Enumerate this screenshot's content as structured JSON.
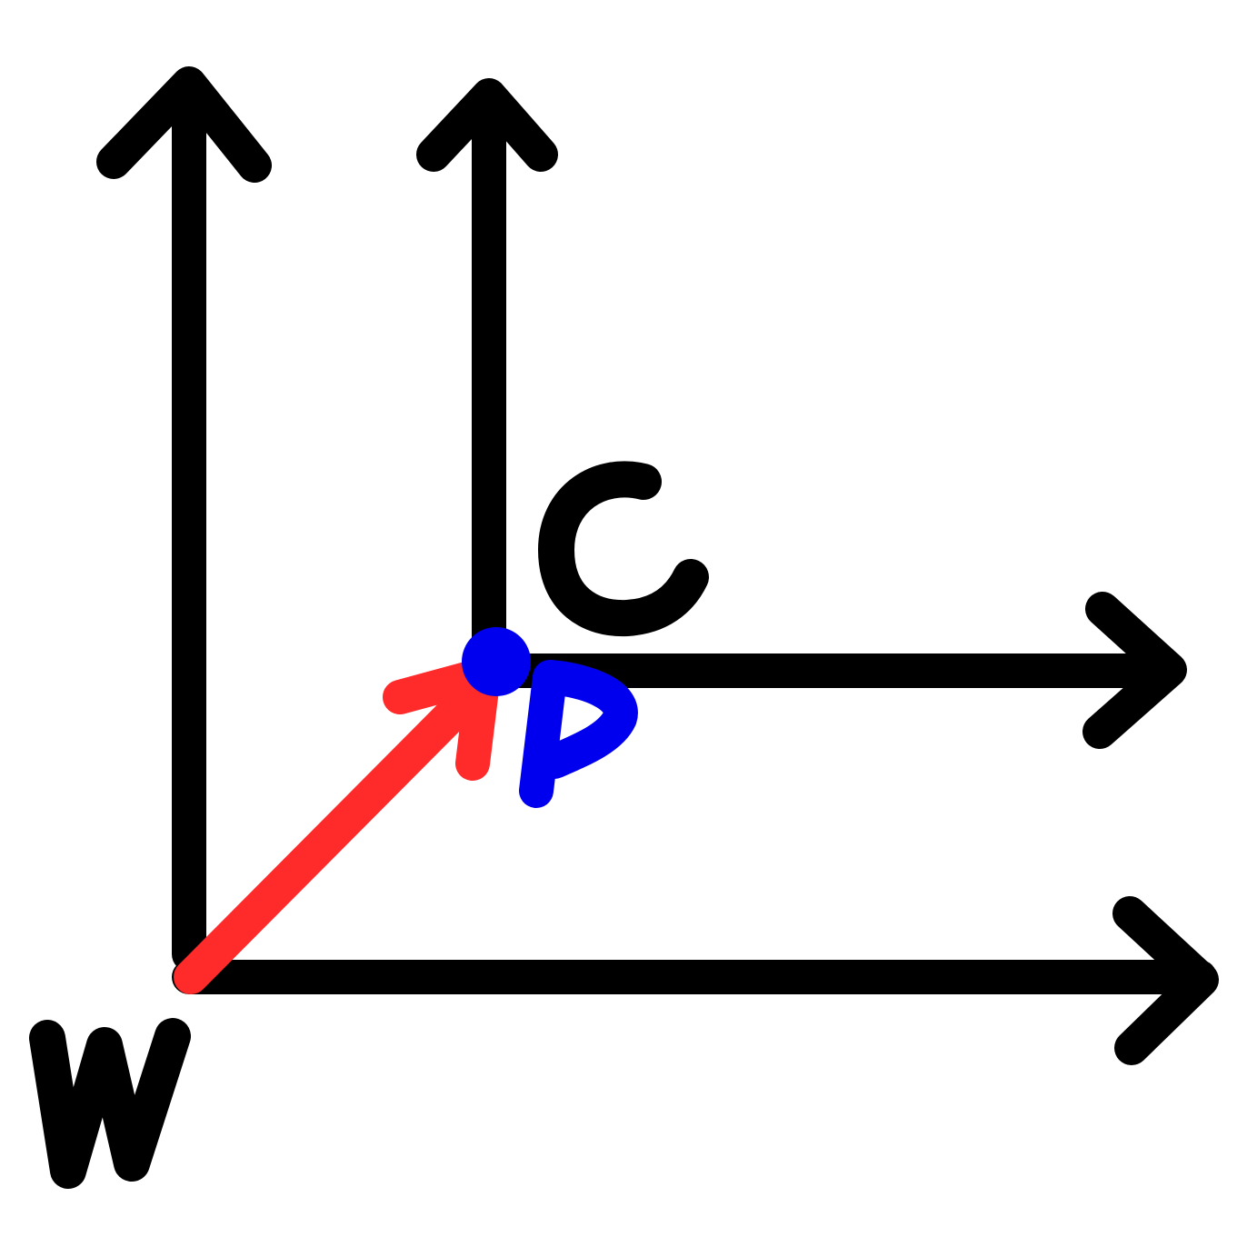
{
  "diagram": {
    "frames": [
      {
        "id": "world",
        "label": "W",
        "color": "#000000"
      },
      {
        "id": "camera",
        "label": "C",
        "color": "#000000"
      }
    ],
    "point": {
      "label": "P",
      "color": "#0000ee"
    },
    "vector": {
      "from": "world",
      "to": "point",
      "color": "#ff2a2a"
    }
  }
}
